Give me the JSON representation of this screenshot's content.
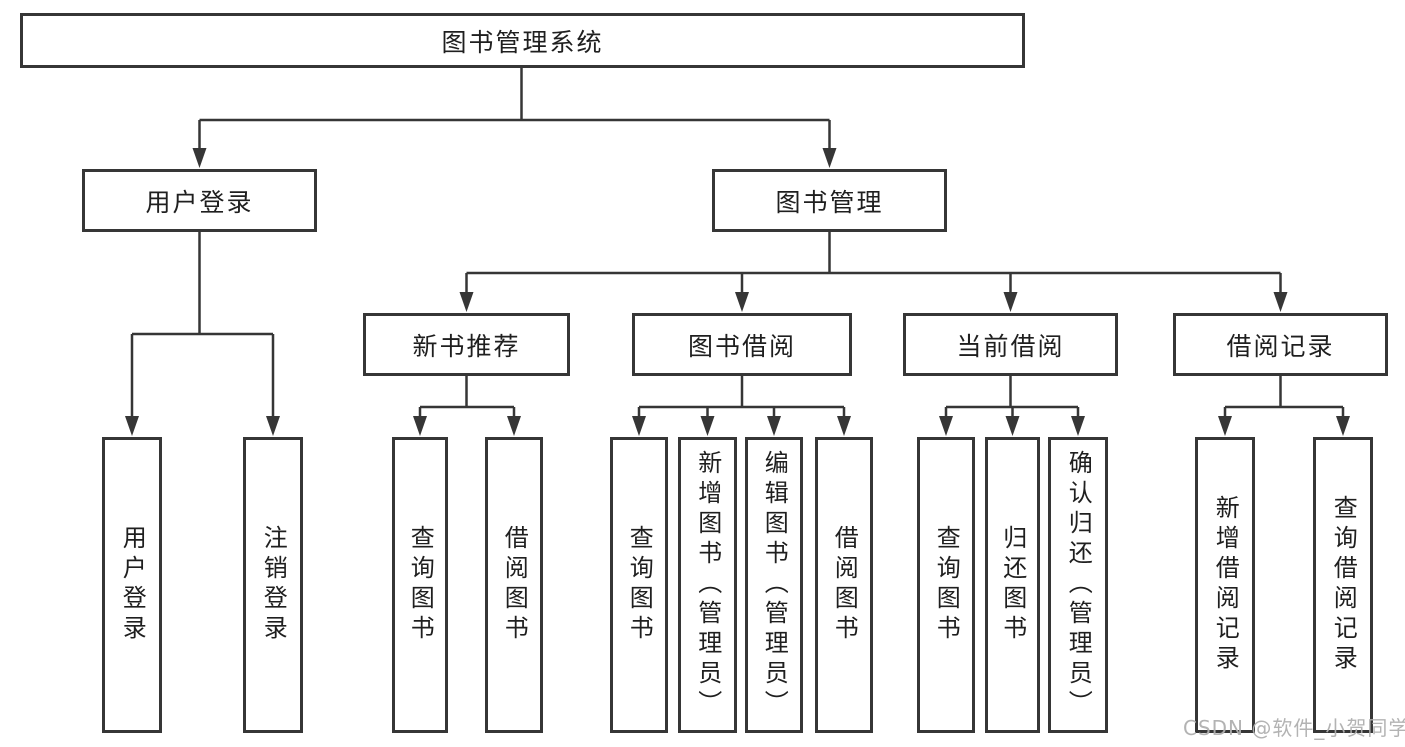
{
  "watermark": {
    "text": "CSDN @软件_小贺同学",
    "color": "#b0b0b0"
  },
  "diagram_colors": {
    "line": "#363636",
    "box_border": "#363636",
    "text": "#1f1f1f",
    "background": "#ffffff"
  },
  "tree": {
    "root": {
      "label": "图书管理系统",
      "children": [
        {
          "label": "用户登录",
          "children": [
            {
              "label": "用户登录"
            },
            {
              "label": "注销登录"
            }
          ]
        },
        {
          "label": "图书管理",
          "children": [
            {
              "label": "新书推荐",
              "children": [
                {
                  "label": "查询图书"
                },
                {
                  "label": "借阅图书"
                }
              ]
            },
            {
              "label": "图书借阅",
              "children": [
                {
                  "label": "查询图书"
                },
                {
                  "label": "新增图书（管理员）"
                },
                {
                  "label": "编辑图书（管理员）"
                },
                {
                  "label": "借阅图书"
                }
              ]
            },
            {
              "label": "当前借阅",
              "children": [
                {
                  "label": "查询图书"
                },
                {
                  "label": "归还图书"
                },
                {
                  "label": "确认归还（管理员）"
                }
              ]
            },
            {
              "label": "借阅记录",
              "children": [
                {
                  "label": "新增借阅记录"
                },
                {
                  "label": "查询借阅记录"
                }
              ]
            }
          ]
        }
      ]
    }
  }
}
